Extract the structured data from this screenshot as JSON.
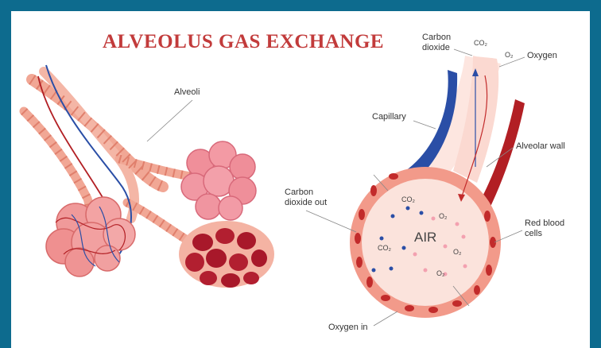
{
  "title": "ALVEOLUS GAS EXCHANGE",
  "labels": {
    "alveoli": "Alveoli",
    "carbon_dioxide_top": "Carbon\ndioxide",
    "co2_top": "CO₂",
    "o2_top": "O₂",
    "oxygen": "Oxygen",
    "capillary": "Capillary",
    "alveolar_wall": "Alveolar wall",
    "carbon_dioxide_out": "Carbon\ndioxide out",
    "red_blood_cells": "Red blood\ncells",
    "air": "AIR",
    "oxygen_in": "Oxygen in"
  },
  "molecules": {
    "co2": "CO₂",
    "o2": "O₂"
  },
  "colors": {
    "frame": "#0d6b8e",
    "title": "#c23b3b",
    "vein": "#2a4ea6",
    "artery": "#b21f24",
    "tissue": "#f1a795",
    "alveolus_fill": "#fbe3dc"
  }
}
